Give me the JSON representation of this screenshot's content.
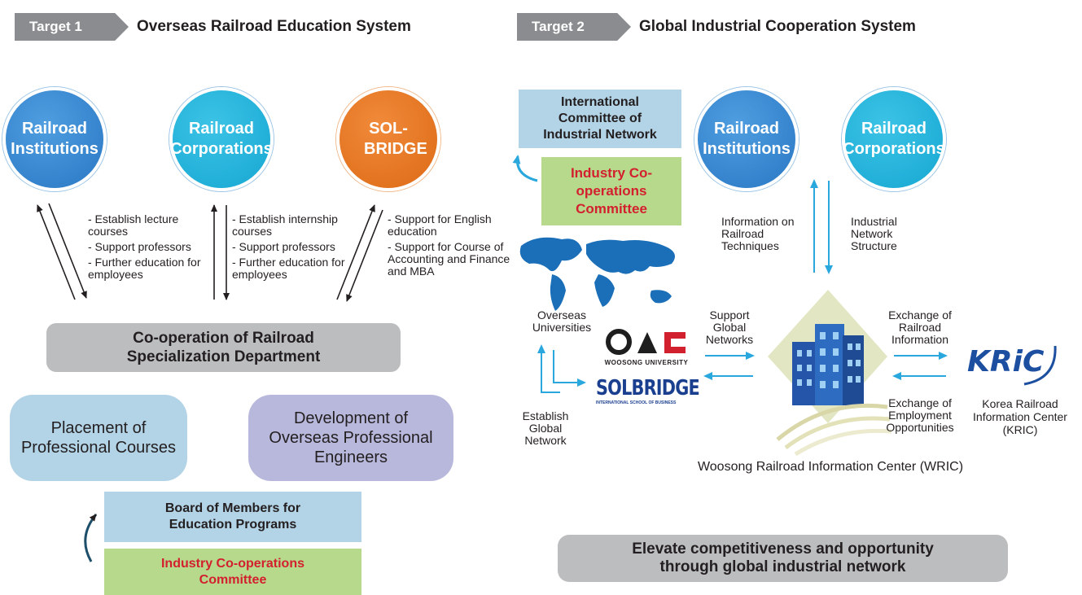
{
  "left": {
    "tag": "Target 1",
    "title": "Overseas Railroad Education System",
    "circles": {
      "institutions": "Railroad Institutions",
      "corporations": "Railroad Corporations",
      "solbridge": "SOL-BRIDGE"
    },
    "lists": {
      "institutions": [
        "- Establish lecture courses",
        "- Support professors",
        "- Further education for employees"
      ],
      "corporations": [
        "- Establish internship courses",
        "- Support professors",
        "- Further education for employees"
      ],
      "solbridge": [
        "- Support for English education",
        "- Support for Course of Accounting and Finance and MBA"
      ]
    },
    "cooperation": "Co-operation of Railroad Specialization Department",
    "placement": "Placement of Professional Courses",
    "development": "Development of Overseas Professional Engineers",
    "board": "Board of Members for Education Programs",
    "industry": "Industry Co-operations Committee"
  },
  "right": {
    "tag": "Target 2",
    "title": "Global Industrial Cooperation System",
    "international": "International Committee of Industrial Network",
    "industry": "Industry Co-operations Committee",
    "circles": {
      "institutions": "Railroad Institutions",
      "corporations": "Railroad Corporations"
    },
    "info_techniques": "Information on Railroad Techniques",
    "network_structure": "Industrial Network Structure",
    "overseas_universities": "Overseas Universities",
    "establish_network": "Establish Global Network",
    "support_networks": "Support Global Networks",
    "exchange_railroad": "Exchange of Railroad Information",
    "exchange_employment": "Exchange of Employment Opportunities",
    "woosong_logo_text": "WOOSONG UNIVERSITY",
    "solbridge_logo": "SOLBRIDGE",
    "solbridge_sub": "INTERNATIONAL SCHOOL OF BUSINESS",
    "kric_logo": "KRiC",
    "kric_name": "Korea Railroad Information Center (KRIC)",
    "wric_name": "Woosong Railroad Information Center (WRIC)",
    "conclusion": "Elevate competitiveness and opportunity through global industrial network"
  },
  "colors": {
    "tag_gray": "#8a8c8f",
    "blue": "#2a77c4",
    "cyan": "#16a7d2",
    "orange": "#dd6a15",
    "light_blue_box": "#b3d3e6",
    "green_box": "#b7d98c",
    "purple_box": "#b8b8dc",
    "gray_box": "#bcbdbf",
    "red_text": "#d3202f"
  }
}
